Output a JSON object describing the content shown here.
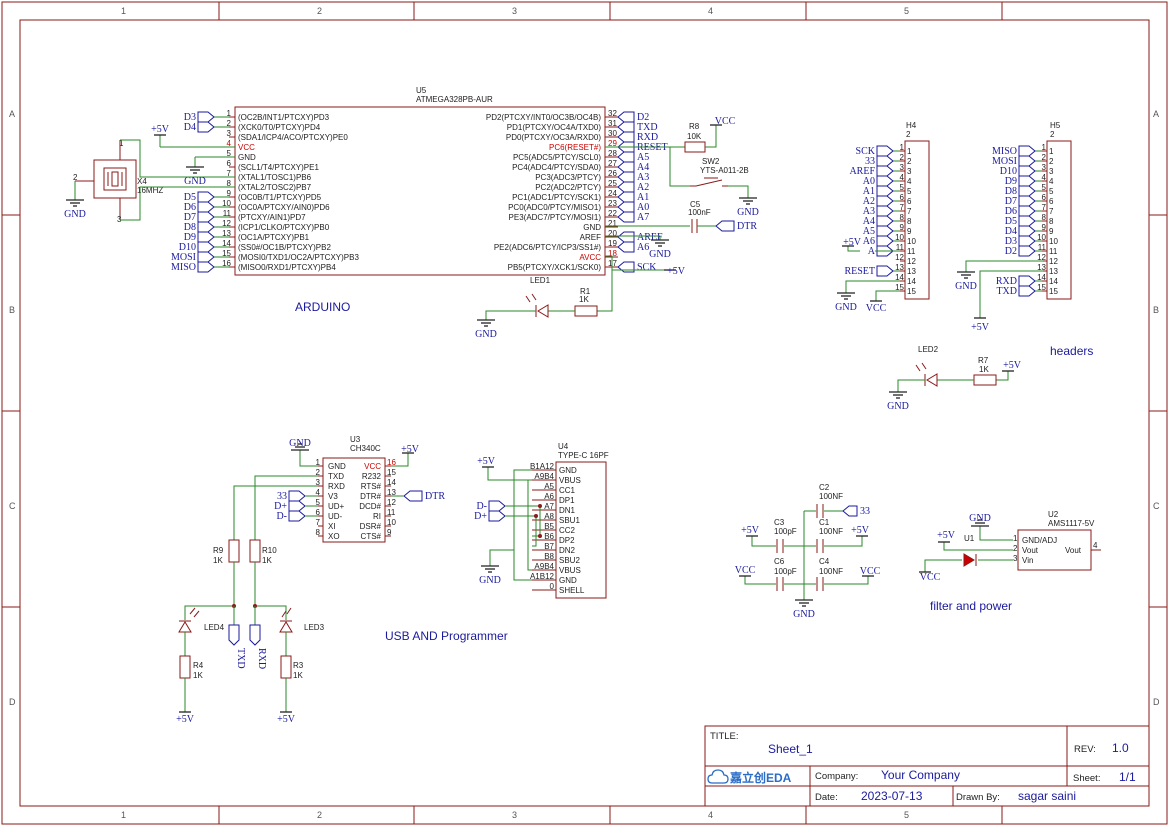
{
  "frame": {
    "col_labels": [
      "1",
      "2",
      "3",
      "4",
      "5"
    ],
    "row_labels": [
      "A",
      "B",
      "C",
      "D"
    ]
  },
  "sections": {
    "arduino": "ARDUINO",
    "headers": "headers",
    "usb": "USB AND Programmer",
    "filter": "filter and power"
  },
  "mcu": {
    "ref": "U5",
    "part": "ATMEGA328PB-AUR",
    "left_pins": [
      {
        "num": "1",
        "name": "(OC2B/INT1/PTCXY)PD3",
        "net": "D3"
      },
      {
        "num": "2",
        "name": "(XCK0/T0/PTCXY)PD4",
        "net": "D4"
      },
      {
        "num": "3",
        "name": "(SDA1/ICP4/ACO/PTCXY)PE0",
        "net": ""
      },
      {
        "num": "4",
        "name": "VCC",
        "net": "+5V"
      },
      {
        "num": "5",
        "name": "GND",
        "net": "GND"
      },
      {
        "num": "6",
        "name": "(SCL1/T4/PTCXY)PE1",
        "net": ""
      },
      {
        "num": "7",
        "name": "(XTAL1/TOSC1)PB6",
        "net": ""
      },
      {
        "num": "8",
        "name": "(XTAL2/TOSC2)PB7",
        "net": ""
      },
      {
        "num": "9",
        "name": "(OC0B/T1/PTCXY)PD5",
        "net": "D5"
      },
      {
        "num": "10",
        "name": "(OC0A/PTCXY/AIN0)PD6",
        "net": "D6"
      },
      {
        "num": "11",
        "name": "(PTCXY/AIN1)PD7",
        "net": "D7"
      },
      {
        "num": "12",
        "name": "(ICP1/CLKO/PTCXY)PB0",
        "net": "D8"
      },
      {
        "num": "13",
        "name": "(OC1A/PTCXY)PB1",
        "net": "D9"
      },
      {
        "num": "14",
        "name": "(SS0#/OC1B/PTCXY)PB2",
        "net": "D10"
      },
      {
        "num": "15",
        "name": "(MOSI0/TXD1/OC2A/PTCXY)PB3",
        "net": "MOSI"
      },
      {
        "num": "16",
        "name": "(MISO0/RXD1/PTCXY)PB4",
        "net": "MISO"
      }
    ],
    "right_pins": [
      {
        "num": "32",
        "name": "PD2(PTCXY/INT0/OC3B/OC4B)",
        "net": "D2"
      },
      {
        "num": "31",
        "name": "PD1(PTCXY/OC4A/TXD0)",
        "net": "TXD"
      },
      {
        "num": "30",
        "name": "PD0(PTCXY/OC3A/RXD0)",
        "net": "RXD"
      },
      {
        "num": "29",
        "name": "PC6(RESET#)",
        "net": "RESET"
      },
      {
        "num": "28",
        "name": "PC5(ADC5/PTCY/SCL0)",
        "net": "A5"
      },
      {
        "num": "27",
        "name": "PC4(ADC4/PTCY/SDA0)",
        "net": "A4"
      },
      {
        "num": "26",
        "name": "PC3(ADC3/PTCY)",
        "net": "A3"
      },
      {
        "num": "25",
        "name": "PC2(ADC2/PTCY)",
        "net": "A2"
      },
      {
        "num": "24",
        "name": "PC1(ADC1/PTCY/SCK1)",
        "net": "A1"
      },
      {
        "num": "23",
        "name": "PC0(ADC0/PTCY/MISO1)",
        "net": "A0"
      },
      {
        "num": "22",
        "name": "PE3(ADC7/PTCY/MOSI1)",
        "net": "A7"
      },
      {
        "num": "21",
        "name": "GND",
        "net": ""
      },
      {
        "num": "20",
        "name": "AREF",
        "net": "AREF"
      },
      {
        "num": "19",
        "name": "PE2(ADC6/PTCY/ICP3/SS1#)",
        "net": "A6"
      },
      {
        "num": "18",
        "name": "AVCC",
        "net": ""
      },
      {
        "num": "17",
        "name": "PB5(PTCXY/XCK1/SCK0)",
        "net": "SCK"
      }
    ]
  },
  "crystal": {
    "ref": "X4",
    "value": "16MHZ",
    "pins": [
      "1",
      "2",
      "3",
      "4"
    ]
  },
  "reset_parts": {
    "r8_ref": "R8",
    "r8_val": "10K",
    "sw_ref": "SW2",
    "sw_val": "YTS-A011-2B",
    "c5_ref": "C5",
    "c5_val": "100nF",
    "dtr": "DTR",
    "r1_ref": "R1",
    "r1_val": "1K",
    "led_ref": "LED1"
  },
  "h4": {
    "ref": "H4",
    "sub": "2",
    "nets": [
      "SCK",
      "33",
      "AREF",
      "A0",
      "A1",
      "A2",
      "A3",
      "A4",
      "A5",
      "A6",
      "A",
      "",
      "RESET",
      "",
      ""
    ],
    "pins": [
      "1",
      "2",
      "3",
      "4",
      "5",
      "6",
      "7",
      "8",
      "9",
      "10",
      "11",
      "12",
      "13",
      "14",
      "15"
    ]
  },
  "h5": {
    "ref": "H5",
    "sub": "2",
    "nets": [
      "MISO",
      "MOSI",
      "D10",
      "D9",
      "D8",
      "D7",
      "D6",
      "D5",
      "D4",
      "D3",
      "D2",
      "",
      "",
      "RXD",
      "TXD"
    ],
    "pins": [
      "1",
      "2",
      "3",
      "4",
      "5",
      "6",
      "7",
      "8",
      "9",
      "10",
      "11",
      "12",
      "13",
      "14",
      "15"
    ]
  },
  "led2": {
    "ref": "LED2",
    "r_ref": "R7",
    "r_val": "1K"
  },
  "ch340": {
    "ref": "U3",
    "part": "CH340C",
    "left_pins": [
      {
        "num": "1",
        "name": "GND"
      },
      {
        "num": "2",
        "name": "TXD"
      },
      {
        "num": "3",
        "name": "RXD"
      },
      {
        "num": "4",
        "name": "V3"
      },
      {
        "num": "5",
        "name": "UD+"
      },
      {
        "num": "6",
        "name": "UD-"
      },
      {
        "num": "7",
        "name": "XI"
      },
      {
        "num": "8",
        "name": "XO"
      }
    ],
    "right_pins": [
      {
        "num": "16",
        "name": "VCC"
      },
      {
        "num": "15",
        "name": "R232"
      },
      {
        "num": "14",
        "name": "RTS#"
      },
      {
        "num": "13",
        "name": "DTR#"
      },
      {
        "num": "12",
        "name": "DCD#"
      },
      {
        "num": "11",
        "name": "RI"
      },
      {
        "num": "10",
        "name": "DSR#"
      },
      {
        "num": "9",
        "name": "CTS#"
      }
    ],
    "v3_net": "33",
    "dp": "D+",
    "dm": "D-",
    "dtr": "DTR"
  },
  "usb_leds": {
    "r9": "R9",
    "r10": "R10",
    "r9v": "1K",
    "r10v": "1K",
    "led4": "LED4",
    "led3": "LED3",
    "r4": "R4",
    "r3": "R3",
    "r4v": "1K",
    "r3v": "1K",
    "txd": "TXD",
    "rxd": "RXD"
  },
  "usbc": {
    "ref": "U4",
    "part": "TYPE-C 16PF",
    "pins": [
      {
        "num": "B1A12",
        "name": "GND"
      },
      {
        "num": "A9B4",
        "name": "VBUS"
      },
      {
        "num": "A5",
        "name": "CC1"
      },
      {
        "num": "A6",
        "name": "DP1"
      },
      {
        "num": "A7",
        "name": "DN1"
      },
      {
        "num": "A8",
        "name": "SBU1"
      },
      {
        "num": "B5",
        "name": "CC2"
      },
      {
        "num": "B6",
        "name": "DP2"
      },
      {
        "num": "B7",
        "name": "DN2"
      },
      {
        "num": "B8",
        "name": "SBU2"
      },
      {
        "num": "A9B4",
        "name": "VBUS"
      },
      {
        "num": "A1B12",
        "name": "GND"
      },
      {
        "num": "0",
        "name": "SHELL"
      }
    ],
    "dm": "D-",
    "dp": "D+"
  },
  "caps": {
    "c2": "C2",
    "c2v": "100NF",
    "c3": "C3",
    "c3v": "100pF",
    "c1": "C1",
    "c1v": "100NF",
    "c6": "C6",
    "c6v": "100pF",
    "c4": "C4",
    "c4v": "100NF",
    "n33": "33"
  },
  "reg": {
    "ref": "U2",
    "part": "AMS1117-5V",
    "u1": "U1",
    "pins": [
      {
        "num": "1",
        "name": "GND/ADJ"
      },
      {
        "num": "2",
        "name": "Vout"
      },
      {
        "num": "3",
        "name": "Vin"
      }
    ],
    "vout": "Vout",
    "vout_num": "4"
  },
  "nets": {
    "gnd": "GND",
    "p5v": "+5V",
    "vcc": "VCC"
  },
  "title_block": {
    "title_label": "TITLE:",
    "title": "Sheet_1",
    "rev_label": "REV:",
    "rev": "1.0",
    "logo": "嘉立创EDA",
    "company_label": "Company:",
    "company": "Your Company",
    "sheet_label": "Sheet:",
    "sheet": "1/1",
    "date_label": "Date:",
    "date": "2023-07-13",
    "drawn_label": "Drawn By:",
    "drawn": "sagar saini"
  },
  "colors": {
    "frame": "#8b1a1a",
    "wire": "#2a8a2a",
    "net": "#1a1a9e",
    "pin_red": "#cc0000"
  }
}
